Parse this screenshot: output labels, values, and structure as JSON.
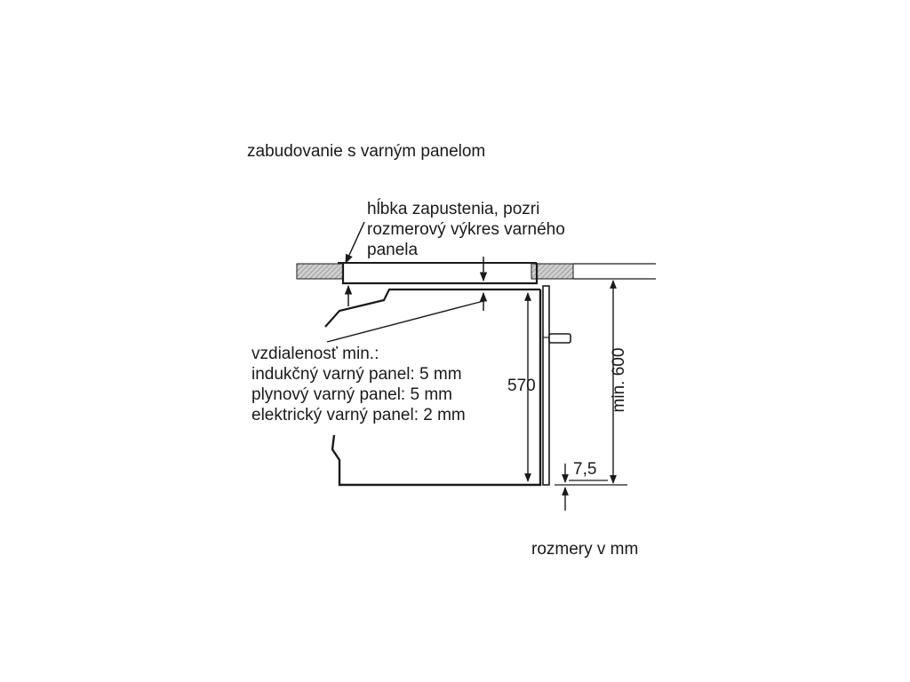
{
  "title": "zabudovanie s varným panelom",
  "recess_note": [
    "hĺbka zapustenia, pozri",
    "rozmerový výkres varného",
    "panela"
  ],
  "distance_note": [
    "vzdialenosť min.:",
    "indukčný varný panel: 5 mm",
    "plynový varný panel: 5 mm",
    "elektrický varný panel: 2 mm"
  ],
  "dim_height_oven": "570",
  "dim_height_min": "min. 600",
  "dim_gap": "7,5",
  "units_note": "rozmery v mm",
  "colors": {
    "line": "#1a1a1a",
    "hatch_fill": "#c9c9c9",
    "background": "#ffffff"
  }
}
